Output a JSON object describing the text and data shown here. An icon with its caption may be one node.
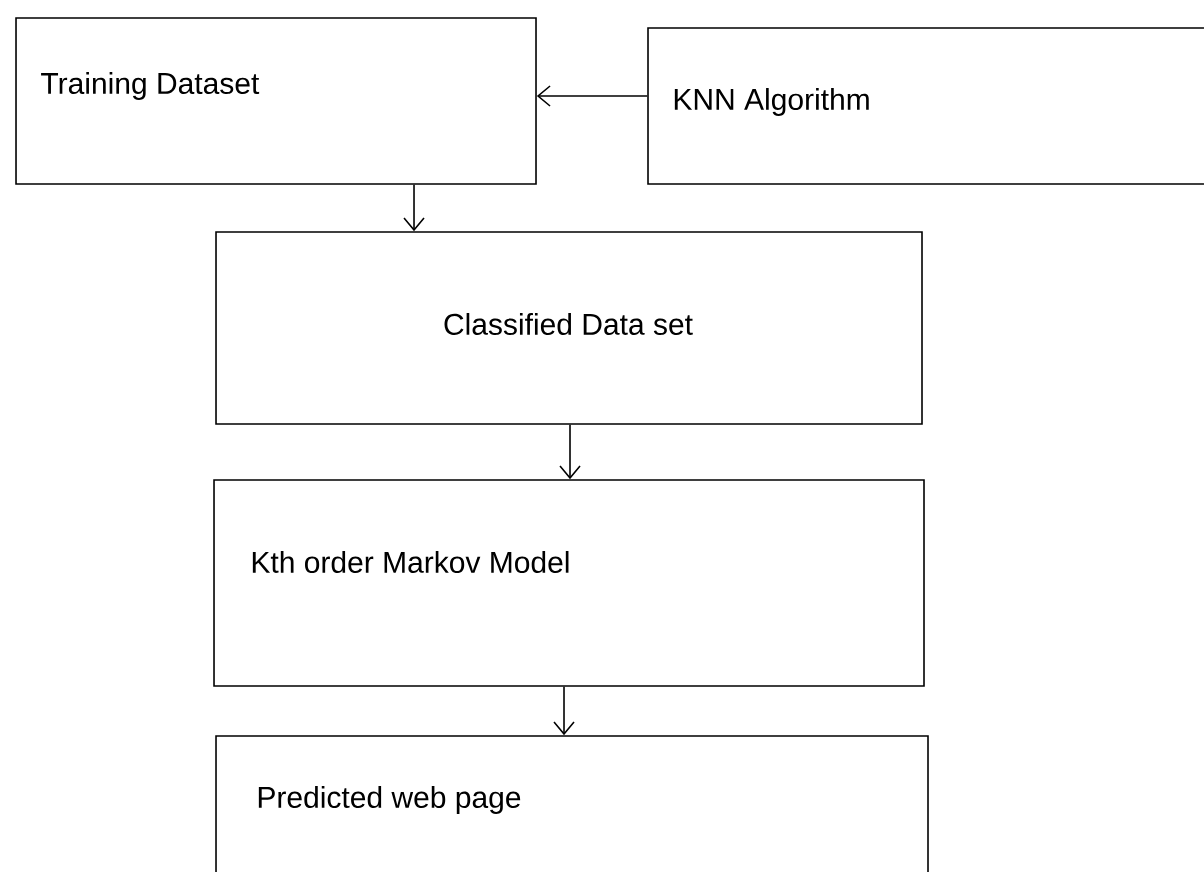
{
  "diagram": {
    "nodes": [
      {
        "text": [
          "Training Dataset"
        ]
      },
      {
        "text": [
          "KNN Algorithm"
        ]
      },
      {
        "text": [
          "Classified Data set"
        ]
      },
      {
        "text": [
          "Kth order Markov Model"
        ]
      },
      {
        "text": [
          "Predicted web page"
        ]
      }
    ],
    "edges": [
      {
        "from": 1,
        "to": 0,
        "arrow": "to"
      },
      {
        "from": 0,
        "to": 2,
        "arrow": "to"
      },
      {
        "from": 2,
        "to": 3,
        "arrow": "to"
      },
      {
        "from": 3,
        "to": 4,
        "arrow": "to"
      }
    ]
  }
}
